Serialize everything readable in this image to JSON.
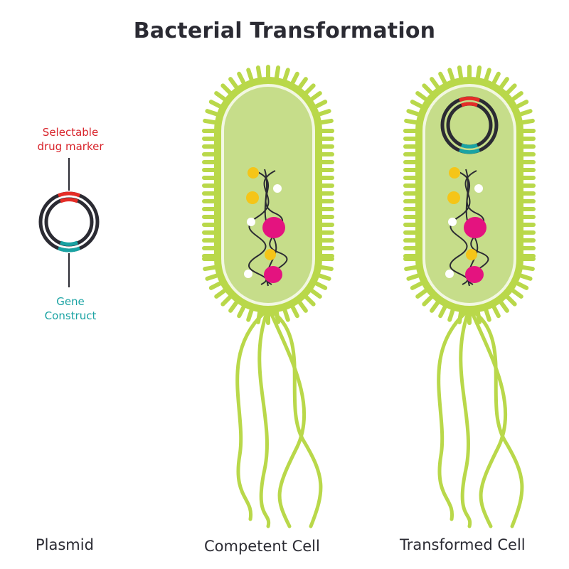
{
  "title": "Bacterial Transformation",
  "panels": {
    "plasmid": {
      "caption": "Plasmid",
      "marker_label_line1": "Selectable",
      "marker_label_line2": "drug marker",
      "gene_label_line1": "Gene",
      "gene_label_line2": "Construct"
    },
    "competent": {
      "caption": "Competent Cell"
    },
    "transformed": {
      "caption": "Transformed Cell"
    }
  },
  "colors": {
    "cell_wall": "#b9d84a",
    "cytoplasm": "#c6dd8a",
    "membrane": "#f2f7e2",
    "dna_strand": "#2b2b33",
    "marker": "#e52d27",
    "gene_construct": "#1aa3a3",
    "protein_magenta": "#e4137f",
    "protein_yellow": "#f5c518",
    "protein_white": "#ffffff",
    "text": "#2b2b33"
  }
}
